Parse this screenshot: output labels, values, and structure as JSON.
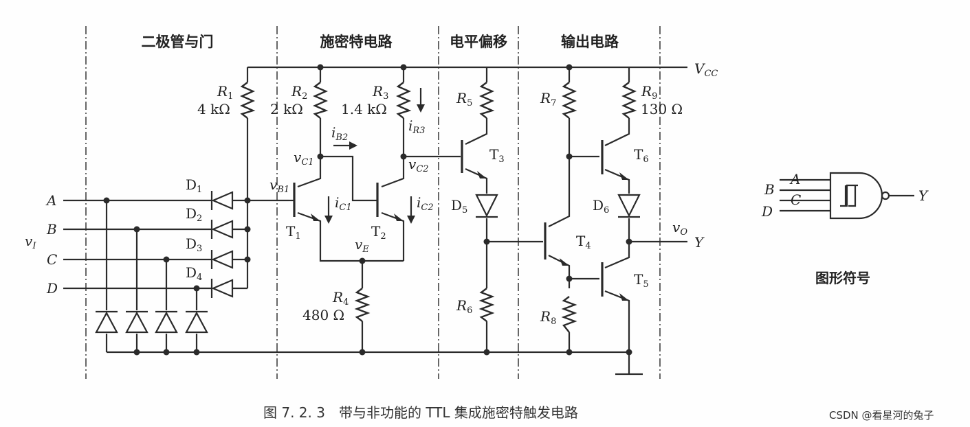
{
  "sections": {
    "diode_and": "二极管与门",
    "schmitt": "施密特电路",
    "level_shift": "电平偏移",
    "output": "输出电路"
  },
  "supply": {
    "name": "V",
    "sub": "CC"
  },
  "inputs": {
    "v": "v",
    "v_sub": "I",
    "A": "A",
    "B": "B",
    "C": "C",
    "D": "D"
  },
  "diodes": {
    "D1": {
      "name": "D",
      "sub": "1"
    },
    "D2": {
      "name": "D",
      "sub": "2"
    },
    "D3": {
      "name": "D",
      "sub": "3"
    },
    "D4": {
      "name": "D",
      "sub": "4"
    },
    "D5": {
      "name": "D",
      "sub": "5"
    },
    "D6": {
      "name": "D",
      "sub": "6"
    }
  },
  "resistors": {
    "R1": {
      "name": "R",
      "sub": "1",
      "value": "4 kΩ"
    },
    "R2": {
      "name": "R",
      "sub": "2",
      "value": "2 kΩ"
    },
    "R3": {
      "name": "R",
      "sub": "3",
      "value": "1.4 kΩ"
    },
    "R4": {
      "name": "R",
      "sub": "4",
      "value": "480 Ω"
    },
    "R5": {
      "name": "R",
      "sub": "5"
    },
    "R6": {
      "name": "R",
      "sub": "6"
    },
    "R7": {
      "name": "R",
      "sub": "7"
    },
    "R8": {
      "name": "R",
      "sub": "8"
    },
    "R9": {
      "name": "R",
      "sub": "9",
      "value": "130 Ω"
    }
  },
  "transistors": {
    "T1": {
      "name": "T",
      "sub": "1"
    },
    "T2": {
      "name": "T",
      "sub": "2"
    },
    "T3": {
      "name": "T",
      "sub": "3"
    },
    "T4": {
      "name": "T",
      "sub": "4"
    },
    "T5": {
      "name": "T",
      "sub": "5"
    },
    "T6": {
      "name": "T",
      "sub": "6"
    }
  },
  "nodes": {
    "vB1": {
      "name": "v",
      "sub": "B1"
    },
    "vC1": {
      "name": "v",
      "sub": "C1"
    },
    "vC2": {
      "name": "v",
      "sub": "C2"
    },
    "vE": {
      "name": "v",
      "sub": "E"
    },
    "vO": {
      "name": "v",
      "sub": "O"
    },
    "Y": "Y"
  },
  "currents": {
    "iB2": {
      "name": "i",
      "sub": "B2"
    },
    "iR3": {
      "name": "i",
      "sub": "R3"
    },
    "iC1": {
      "name": "i",
      "sub": "C1"
    },
    "iC2": {
      "name": "i",
      "sub": "C2"
    }
  },
  "symbol": {
    "A": "A",
    "B": "B",
    "C": "C",
    "D": "D",
    "Y": "Y",
    "caption": "图形符号"
  },
  "figure_caption": "图 7. 2. 3　带与非功能的 TTL 集成施密特触发电路",
  "watermark": "CSDN @看星河的兔子"
}
